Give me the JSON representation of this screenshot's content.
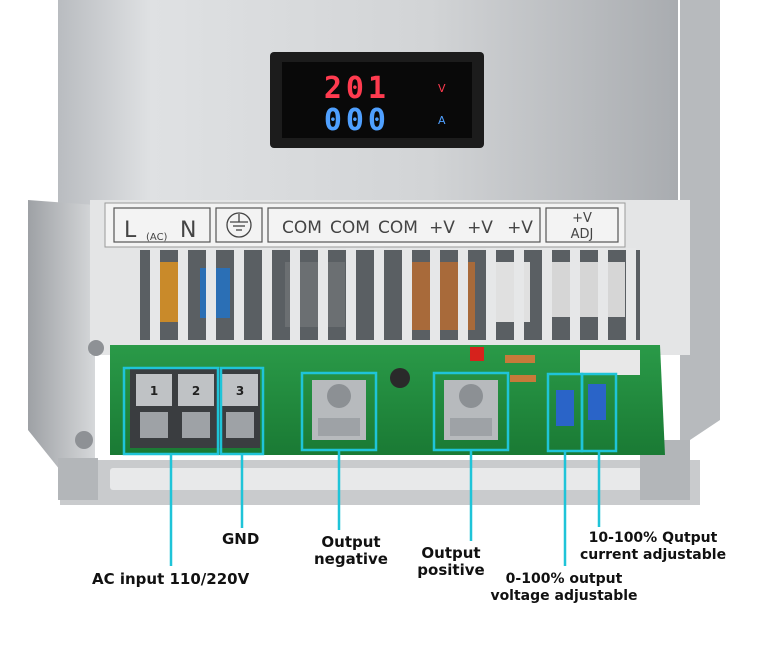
{
  "display": {
    "voltage_reading": "201",
    "voltage_unit": "V",
    "current_reading": "000",
    "current_unit": "A"
  },
  "terminal_panel": {
    "ln_label": "L",
    "ac_label": "(AC)",
    "n_label": "N",
    "com_labels": [
      "COM",
      "COM",
      "COM"
    ],
    "v_labels": [
      "+V",
      "+V",
      "+V"
    ],
    "adj_top": "+V",
    "adj_bottom": "ADJ"
  },
  "terminal_block": {
    "numbers": [
      "1",
      "2",
      "3"
    ]
  },
  "callouts": {
    "ac_input": "AC input 110/220V",
    "gnd": "GND",
    "output_negative": [
      "Output",
      "negative"
    ],
    "output_positive": [
      "Output",
      "positive"
    ],
    "voltage_adjust": [
      "0-100% output",
      "voltage adjustable"
    ],
    "current_adjust": [
      "10-100% Qutput",
      "current adjustable"
    ]
  },
  "colors": {
    "callout_cyan": "#1fc4d8",
    "pcb_green": "#1f8a3c",
    "chassis": "#cfd1d3",
    "meter_red": "#ff3b4f",
    "meter_blue": "#4fa0ff"
  }
}
